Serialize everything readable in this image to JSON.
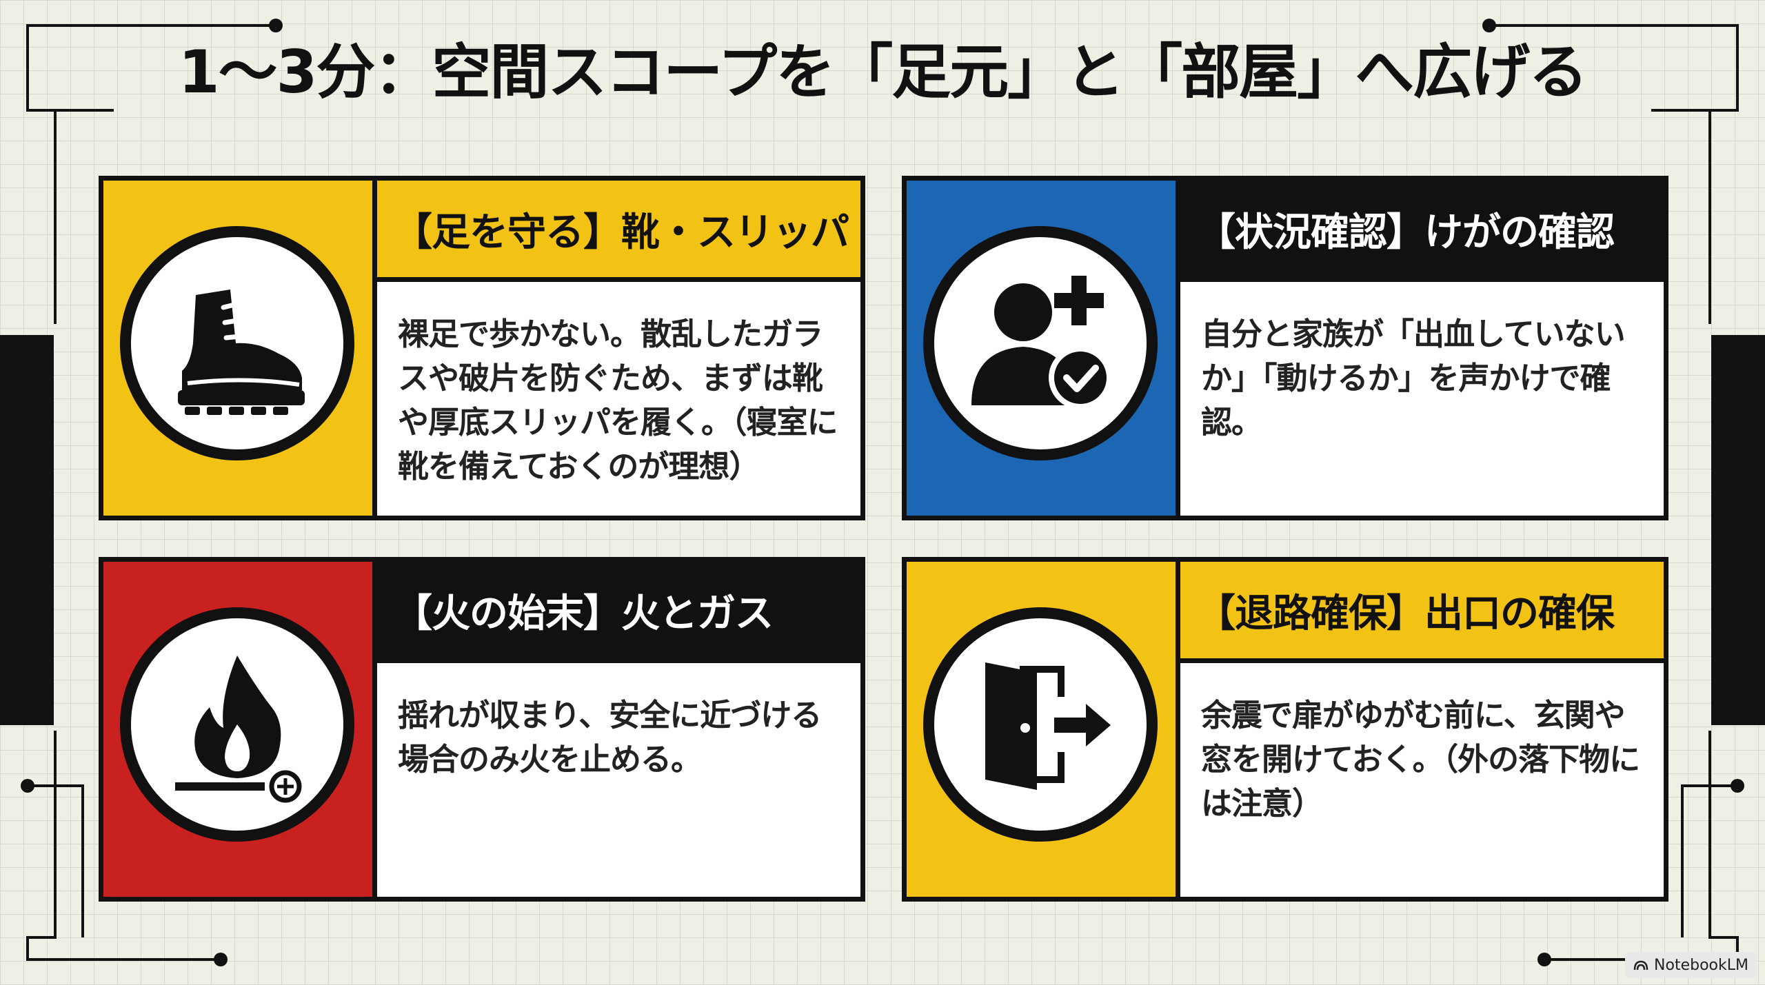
{
  "title": "1〜3分：空間スコープを「足元」と「部屋」へ広げる",
  "cards": [
    {
      "heading": "【足を守る】靴・スリッパ",
      "body": "裸足で歩かない。散乱したガラスや破片を防ぐため、まずは靴や厚底スリッパを履く。（寝室に靴を備えておくのが理想）",
      "icon": "boot-icon"
    },
    {
      "heading": "【状況確認】けがの確認",
      "body": "自分と家族が「出血していないか」「動けるか」を声かけで確認。",
      "icon": "person-check-icon"
    },
    {
      "heading": "【火の始末】火とガス",
      "body": "揺れが収まり、安全に近づける場合のみ火を止める。",
      "icon": "flame-icon"
    },
    {
      "heading": "【退路確保】出口の確保",
      "body": "余震で扉がゆがむ前に、玄関や窓を開けておく。（外の落下物には注意）",
      "icon": "exit-door-icon"
    }
  ],
  "badge": "NotebookLM",
  "colors": {
    "yellow": "#f2c214",
    "blue": "#1c66b3",
    "red": "#c8211f",
    "black": "#111111",
    "grid_bg": "#f0efe6"
  }
}
